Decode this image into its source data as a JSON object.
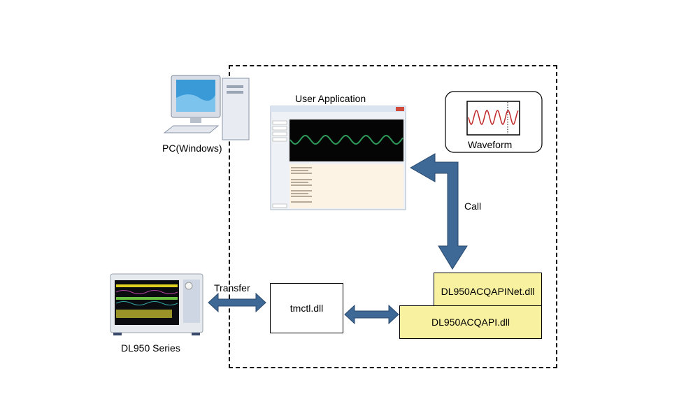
{
  "labels": {
    "pc": "PC(Windows)",
    "user_application": "User Application",
    "waveform": "Waveform",
    "call": "Call",
    "transfer": "Transfer",
    "device": "DL950 Series",
    "tmctl": "tmctl.dll",
    "net_dll": "DL950ACQAPINet.dll",
    "api_dll": "DL950ACQAPI.dll"
  },
  "colors": {
    "arrow_fill": "#3e6896",
    "arrow_stroke": "#2a4a6e",
    "dll_fill": "#f7f1a0",
    "app_screen": "#050505",
    "app_wave": "#2f9a5a",
    "app_log_bg": "#fcf3e4",
    "waveform_trace": "#c0282a"
  }
}
